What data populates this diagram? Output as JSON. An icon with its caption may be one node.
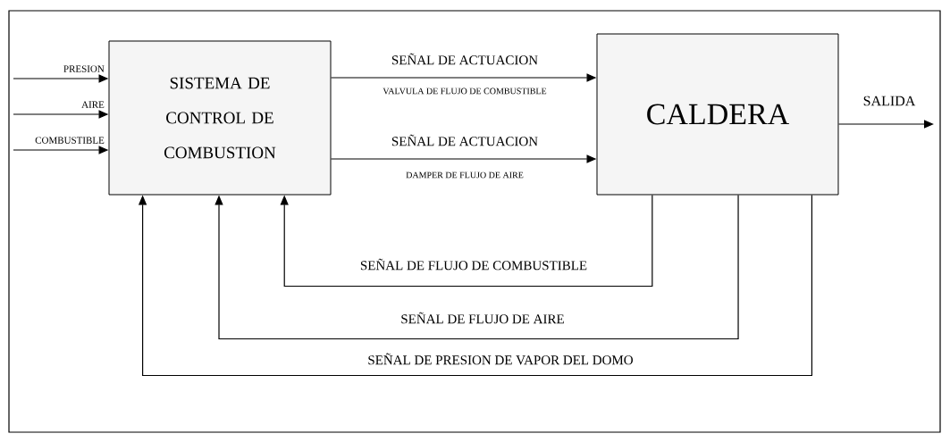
{
  "diagram": {
    "nodes": [
      {
        "text": [
          "SISTEMA DE CONTROL DE COMBUSTION"
        ]
      },
      {
        "text": [
          "CALDERA"
        ]
      }
    ],
    "edges": [
      {
        "from": null,
        "to": 0,
        "arrow": "to",
        "label": "PRESION"
      },
      {
        "from": null,
        "to": 0,
        "arrow": "to",
        "label": "AIRE"
      },
      {
        "from": null,
        "to": 0,
        "arrow": "to",
        "label": "COMBUSTIBLE"
      },
      {
        "from": 0,
        "to": 1,
        "arrow": "to",
        "label": "SEÑAL DE ACTUACION"
      },
      {
        "from": 0,
        "to": 1,
        "arrow": "to",
        "label": "SEÑAL DE ACTUACION"
      },
      {
        "from": 1,
        "to": null,
        "arrow": "to",
        "label": "SALIDA"
      },
      {
        "from": 1,
        "to": 0,
        "arrow": "to",
        "label": "SEÑAL DE FLUJO DE COMBUSTIBLE"
      },
      {
        "from": 1,
        "to": 0,
        "arrow": "to",
        "label": "SEÑAL DE FLUJO DE AIRE"
      },
      {
        "from": 1,
        "to": 0,
        "arrow": "to",
        "label": "SEÑAL DE PRESION DE VAPOR DEL DOMO"
      }
    ],
    "labels": [
      "VALVULA DE FLUJO DE COMBUSTIBLE",
      "DAMPER DE FLUJO DE AIRE"
    ]
  }
}
